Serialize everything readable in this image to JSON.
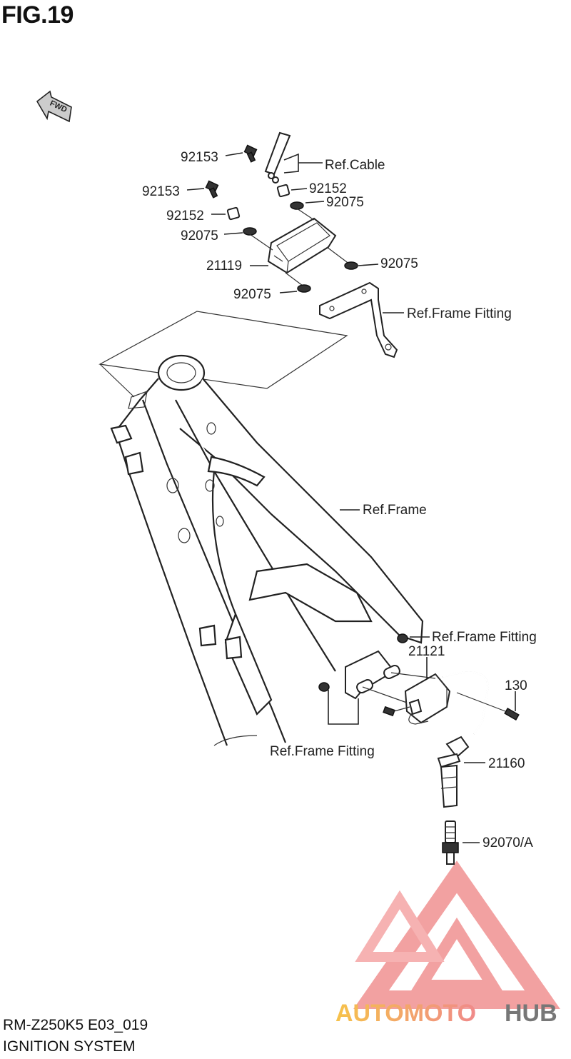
{
  "figure": {
    "title": "FIG.19",
    "fwd_badge": "FWD"
  },
  "labels": {
    "p92153_a": "92153",
    "ref_cable": "Ref.Cable",
    "p92153_b": "92153",
    "p92152_a": "92152",
    "p92075_a": "92075",
    "p92152_b": "92152",
    "p92075_b": "92075",
    "p21119": "21119",
    "p92075_c": "92075",
    "p92075_d": "92075",
    "ref_frame_fitting_top": "Ref.Frame Fitting",
    "ref_frame": "Ref.Frame",
    "ref_frame_fitting_mid": "Ref.Frame Fitting",
    "p21121": "21121",
    "p130": "130",
    "ref_frame_fitting_bottom": "Ref.Frame Fitting",
    "p21160": "21160",
    "p92070": "92070/A"
  },
  "watermark": {
    "text_colored": "AUTOMOTO",
    "text_gray": "HUB",
    "accent": "#f08a8a",
    "gradient_end": "#f6c24a",
    "gray": "#777777"
  },
  "footer": {
    "model_code": "RM-Z250K5 E03_019",
    "system_name": "IGNITION SYSTEM"
  }
}
